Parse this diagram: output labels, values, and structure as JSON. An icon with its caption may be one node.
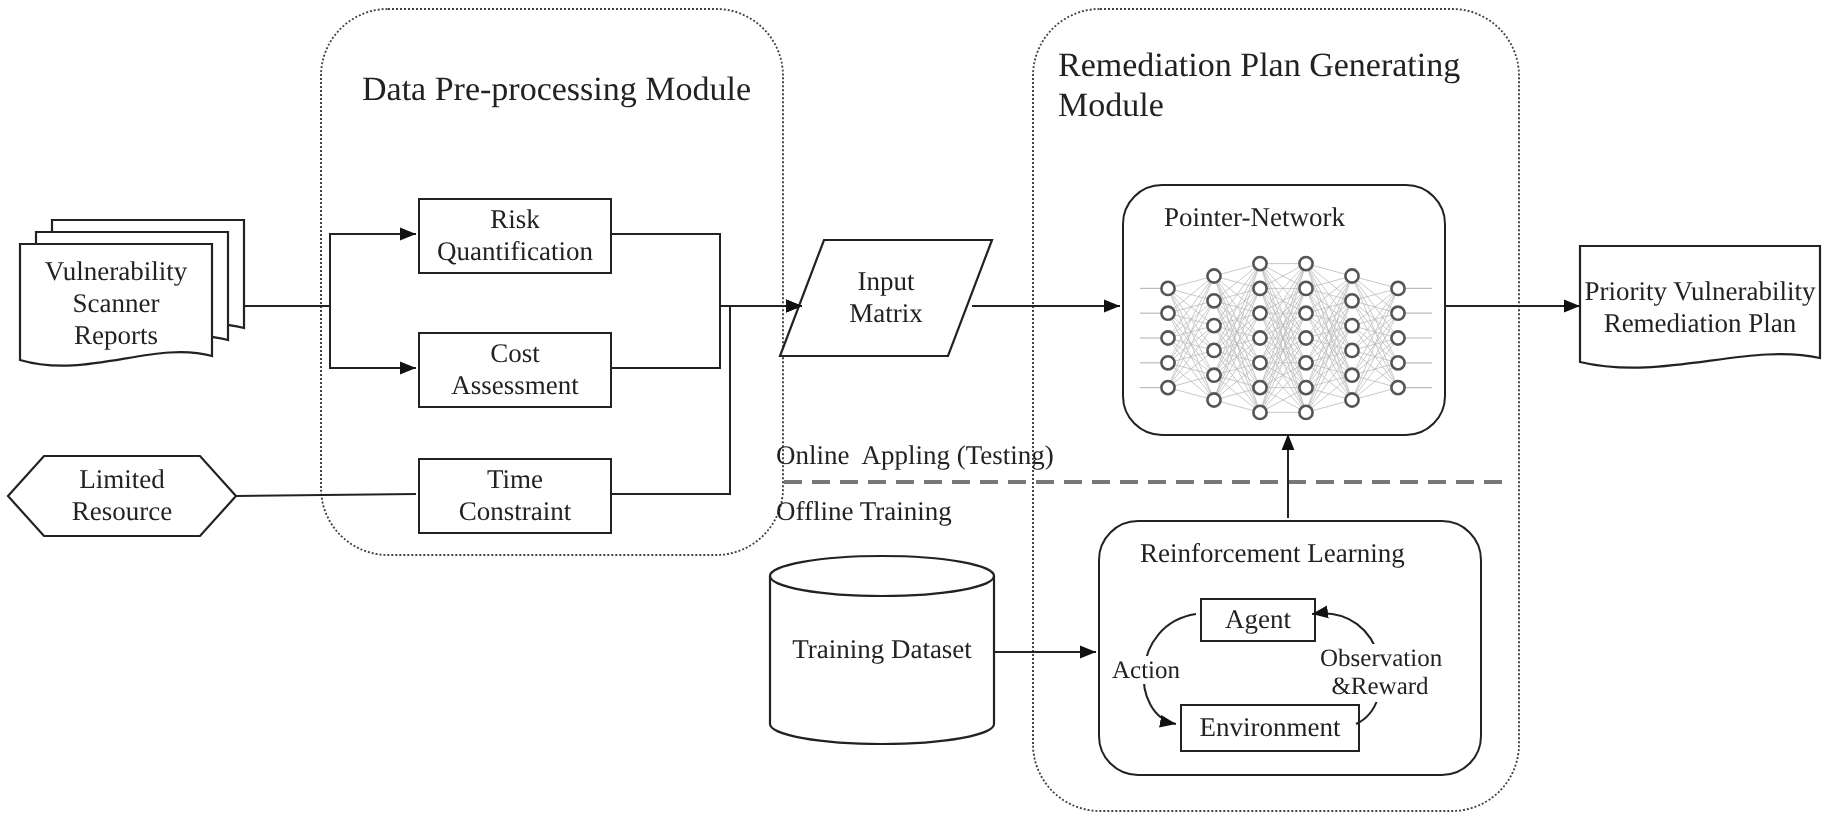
{
  "diagram": {
    "nodes": [
      {
        "text": [
          "Data Pre-processing Module"
        ]
      },
      {
        "text": [
          "Vulnerability Scanner Reports"
        ]
      },
      {
        "text": [
          "Risk Quantification"
        ],
        "in": 0
      },
      {
        "text": [
          "Cost Assessment"
        ],
        "in": 0
      },
      {
        "text": [
          "Limited Resource"
        ]
      },
      {
        "text": [
          "Time Constraint"
        ],
        "in": 0
      },
      {
        "text": [
          "Input Matrix"
        ]
      },
      {
        "text": [
          "Remediation Plan Generating Module"
        ]
      },
      {
        "text": [
          "Pointer-Network"
        ],
        "in": 7
      },
      {
        "text": [
          "Priority Vulnerability Remediation Plan"
        ]
      },
      {
        "text": [
          "Training Dataset"
        ]
      },
      {
        "text": [
          "Reinforcement Learning"
        ],
        "in": 7
      },
      {
        "text": [
          "Agent"
        ],
        "in": 11
      },
      {
        "text": [
          "Environment"
        ],
        "in": 11
      }
    ],
    "edges": [
      {
        "from": 1,
        "to": 2,
        "arrow": "to"
      },
      {
        "from": 1,
        "to": 3,
        "arrow": "to"
      },
      {
        "from": 2,
        "to": 6,
        "arrow": "to"
      },
      {
        "from": 3,
        "to": 6,
        "arrow": "to"
      },
      {
        "from": 4,
        "to": 5,
        "arrow": "none"
      },
      {
        "from": 5,
        "to": 6,
        "arrow": "to"
      },
      {
        "from": 6,
        "to": 8,
        "arrow": "to"
      },
      {
        "from": 8,
        "to": 9,
        "arrow": "to"
      },
      {
        "from": 11,
        "to": 8,
        "arrow": "to"
      },
      {
        "from": 10,
        "to": 11,
        "arrow": "to"
      },
      {
        "from": 12,
        "to": 13,
        "arrow": "to",
        "label": "Action"
      },
      {
        "from": 13,
        "to": 12,
        "arrow": "to",
        "label": "Observation &Reward"
      }
    ],
    "labels": [
      "Online  Appling (Testing)",
      "Offline Training"
    ]
  }
}
